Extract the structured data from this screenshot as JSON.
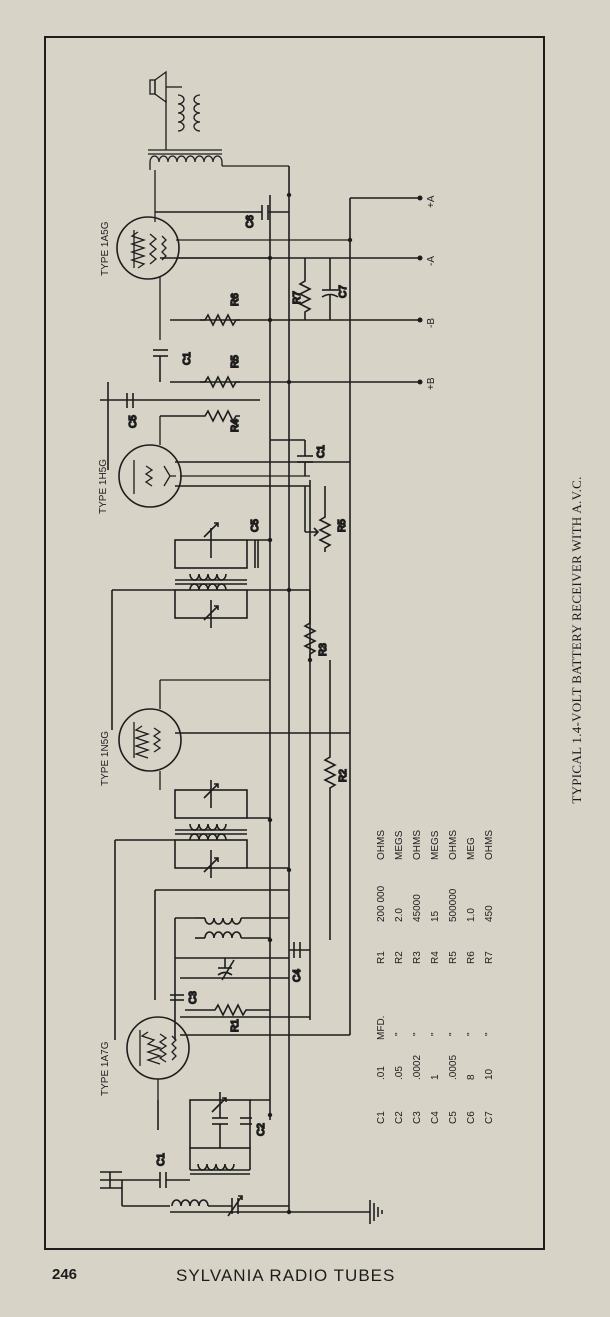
{
  "caption": "TYPICAL 1.4-VOLT BATTERY RECEIVER WITH A.V.C.",
  "page_number": "246",
  "book_title": "SYLVANIA RADIO TUBES",
  "tubes": [
    "TYPE 1A5G",
    "TYPE 1H5G",
    "TYPE 1N5G",
    "TYPE 1A7G"
  ],
  "terminals": [
    "+A",
    "-A",
    "-B",
    "+B"
  ],
  "component_labels": {
    "c1_antenna": "C1",
    "c2": "C2",
    "c3": "C3",
    "c4": "C4",
    "c1_output": "C1",
    "c1_detector": "C1",
    "c5_top": "C5",
    "c5_if": "C5",
    "c6": "C6",
    "c7": "C7",
    "r1": "R1",
    "r2": "R2",
    "r3": "R3",
    "r4": "R4",
    "r5_plate": "R5",
    "r5_volume": "R5",
    "r6": "R6",
    "r7": "R7"
  },
  "capacitors": [
    {
      "ref": "C1",
      "value": ".01",
      "unit": "MFD."
    },
    {
      "ref": "C2",
      "value": ".05",
      "unit": "\""
    },
    {
      "ref": "C3",
      "value": ".0002",
      "unit": "\""
    },
    {
      "ref": "C4",
      "value": "1",
      "unit": "\""
    },
    {
      "ref": "C5",
      "value": ".0005",
      "unit": "\""
    },
    {
      "ref": "C6",
      "value": "8",
      "unit": "\""
    },
    {
      "ref": "C7",
      "value": "10",
      "unit": "\""
    }
  ],
  "resistors": [
    {
      "ref": "R1",
      "value": "200 000",
      "unit": "OHMS"
    },
    {
      "ref": "R2",
      "value": "2.0",
      "unit": "MEGS"
    },
    {
      "ref": "R3",
      "value": "45000",
      "unit": "OHMS"
    },
    {
      "ref": "R4",
      "value": "15",
      "unit": "MEGS"
    },
    {
      "ref": "R5",
      "value": "500000",
      "unit": "OHMS"
    },
    {
      "ref": "R6",
      "value": "1.0",
      "unit": "MEG"
    },
    {
      "ref": "R7",
      "value": "450",
      "unit": "OHMS"
    }
  ]
}
